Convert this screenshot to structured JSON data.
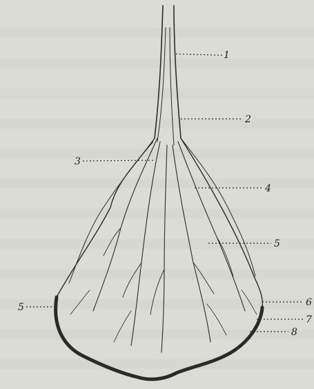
{
  "figure": {
    "labels": [
      {
        "id": "1",
        "text": "1"
      },
      {
        "id": "2",
        "text": "2"
      },
      {
        "id": "3",
        "text": "3"
      },
      {
        "id": "4",
        "text": "4"
      },
      {
        "id": "5a",
        "text": "5"
      },
      {
        "id": "5b",
        "text": "5"
      },
      {
        "id": "6",
        "text": "6"
      },
      {
        "id": "7",
        "text": "7"
      },
      {
        "id": "8",
        "text": "8"
      }
    ]
  }
}
